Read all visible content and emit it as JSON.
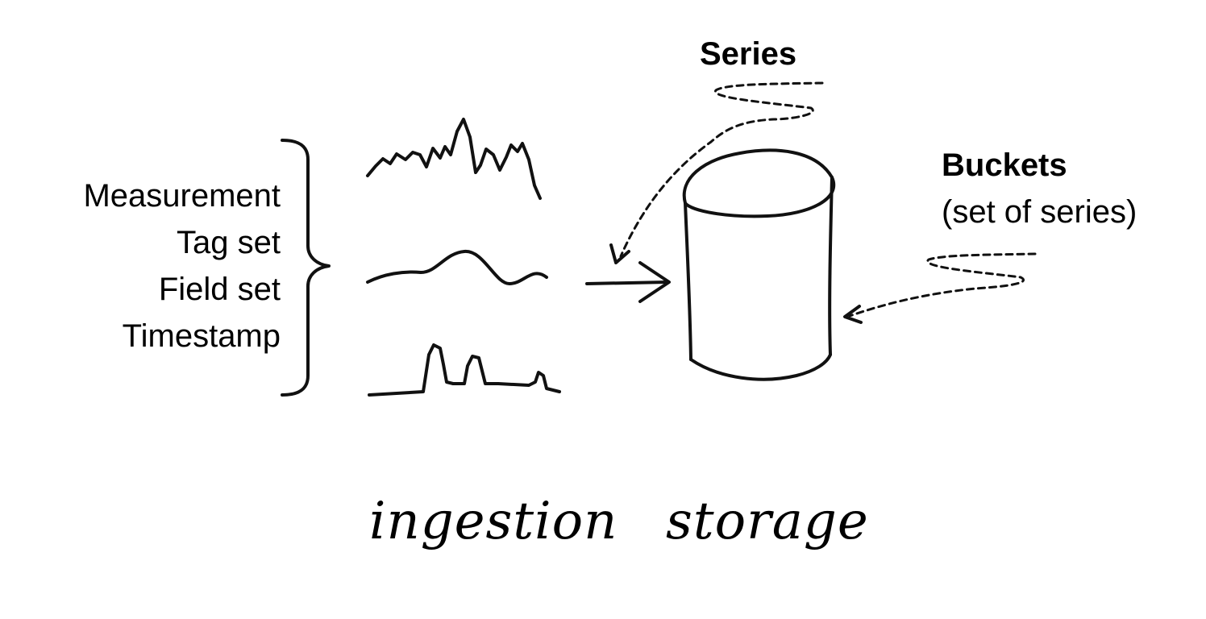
{
  "fields": [
    "Measurement",
    "Tag set",
    "Field set",
    "Timestamp"
  ],
  "series_label": "Series",
  "buckets_label": "Buckets",
  "buckets_sublabel": "(set of series)",
  "ingestion_label": "ingestion",
  "storage_label": "storage"
}
